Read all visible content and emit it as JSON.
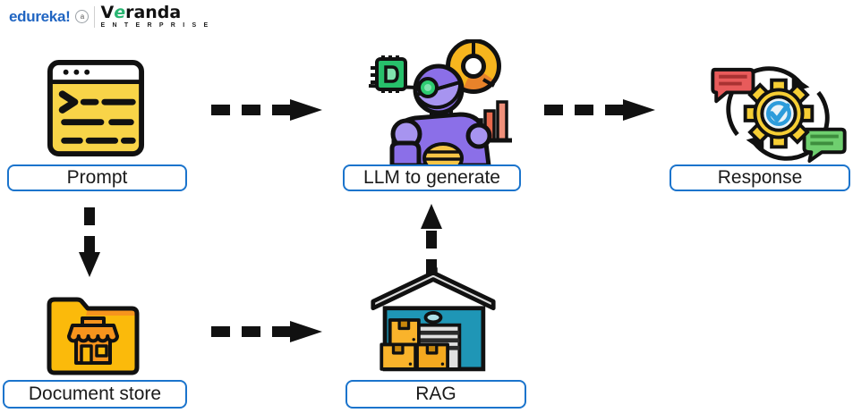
{
  "logo": {
    "edureka": "edureka!",
    "badge": "a",
    "veranda_v": "V",
    "veranda_e": "e",
    "veranda_rest": "randa",
    "enterprise": "E N T E R P R I S E"
  },
  "nodes": {
    "prompt": {
      "label": "Prompt",
      "icon": "terminal-window-icon"
    },
    "llm": {
      "label": "LLM to generate",
      "icon": "ai-robot-icon"
    },
    "response": {
      "label": "Response",
      "icon": "gear-chat-sync-icon"
    },
    "document_store": {
      "label": "Document store",
      "icon": "folder-store-icon"
    },
    "rag": {
      "label": "RAG",
      "icon": "warehouse-icon"
    }
  },
  "edges": [
    {
      "from": "prompt",
      "to": "llm",
      "style": "dashed-black-arrow",
      "direction": "right"
    },
    {
      "from": "llm",
      "to": "response",
      "style": "dashed-black-arrow",
      "direction": "right"
    },
    {
      "from": "prompt",
      "to": "document_store",
      "style": "dashed-black-arrow",
      "direction": "down"
    },
    {
      "from": "document_store",
      "to": "rag",
      "style": "dashed-black-arrow",
      "direction": "right"
    },
    {
      "from": "rag",
      "to": "llm",
      "style": "dashed-black-arrow",
      "direction": "up"
    }
  ],
  "colors": {
    "label_border": "#1B74CC",
    "arrow_black": "#111111",
    "terminal_yellow": "#F8D448",
    "folder_yellow": "#FBBA0B",
    "store_orange": "#F7941D",
    "warehouse_teal": "#1F96B6",
    "robot_purple": "#8B6FE8",
    "robot_purple_light": "#A794F0",
    "belly_yellow": "#F6C546",
    "chip_green": "#27C06B",
    "donut_yellow": "#F6B51E",
    "donut_orange": "#E8832A",
    "bar_salmon": "#E8694C",
    "gear_yellow": "#F6CE34",
    "check_blue": "#2D9CDB",
    "bubble_red": "#E85B5B",
    "bubble_green": "#6FCF6F",
    "edureka_blue": "#2065C2",
    "veranda_green": "#2BB673"
  }
}
